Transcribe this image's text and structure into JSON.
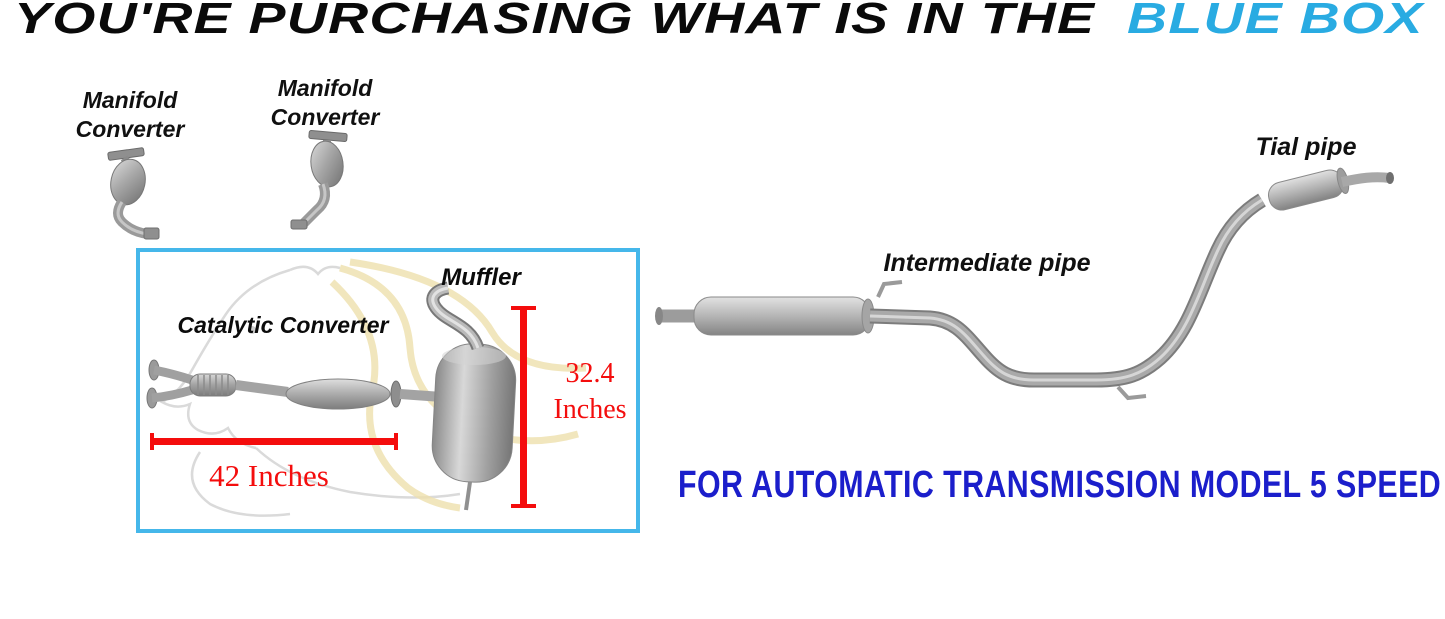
{
  "header": {
    "text_black": "YOU'RE PURCHASING WHAT IS IN THE",
    "text_blue": "BLUE BOX"
  },
  "parts": {
    "manifold_converter_left": "Manifold\nConverter",
    "manifold_converter_right": "Manifold\nConverter",
    "catalytic_converter": "Catalytic Converter",
    "muffler": "Muffler",
    "intermediate_pipe": "Intermediate pipe",
    "tail_pipe": "Tial pipe"
  },
  "measurements": {
    "length": "42 Inches",
    "height": "32.4\nInches"
  },
  "footer": {
    "note": "FOR AUTOMATIC TRANSMISSION MODEL 5 SPEED"
  },
  "colors": {
    "title_blue": "#29abe2",
    "box_border_blue": "#45b7ea",
    "measurement_red": "#f40d0d",
    "note_blue": "#1b1ecb"
  }
}
